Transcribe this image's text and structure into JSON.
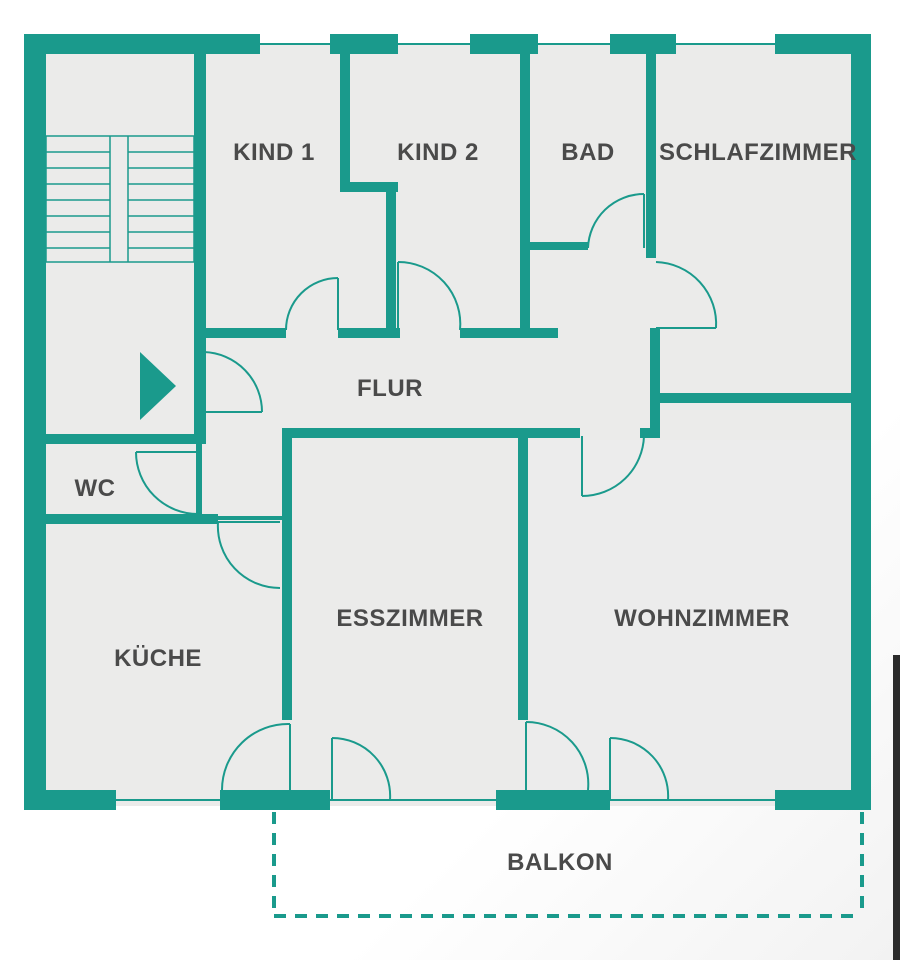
{
  "floorplan": {
    "colors": {
      "wall": "#1a9a8c",
      "floor": "#ebebea",
      "text": "#4a4a4a",
      "background": "#ffffff"
    },
    "rooms": {
      "kind1": "KIND 1",
      "kind2": "KIND 2",
      "bad": "BAD",
      "schlafzimmer": "SCHLAFZIMMER",
      "flur": "FLUR",
      "wc": "WC",
      "kueche": "KÜCHE",
      "esszimmer": "ESSZIMMER",
      "wohnzimmer": "WOHNZIMMER",
      "balkon": "BALKON"
    },
    "icons": {
      "entrance": "entrance-arrow-icon",
      "stairs": "staircase-icon"
    }
  }
}
